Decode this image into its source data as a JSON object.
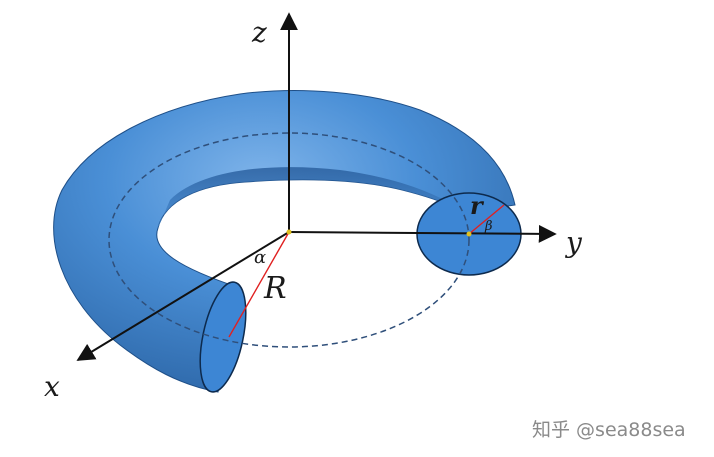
{
  "axes": {
    "x": "x",
    "y": "y",
    "z": "z"
  },
  "labels": {
    "major_radius": "R",
    "minor_radius": "r",
    "azimuth_angle": "α",
    "tube_angle": "β"
  },
  "watermark": "知乎 @sea88sea",
  "colors": {
    "torus_fill": "#4a8fd6",
    "torus_shadow": "#2d67a8",
    "tube_section": "#3d86d4",
    "dashed_circle": "#2f4f7a",
    "radius_line": "#e02020",
    "axis": "#111111"
  }
}
